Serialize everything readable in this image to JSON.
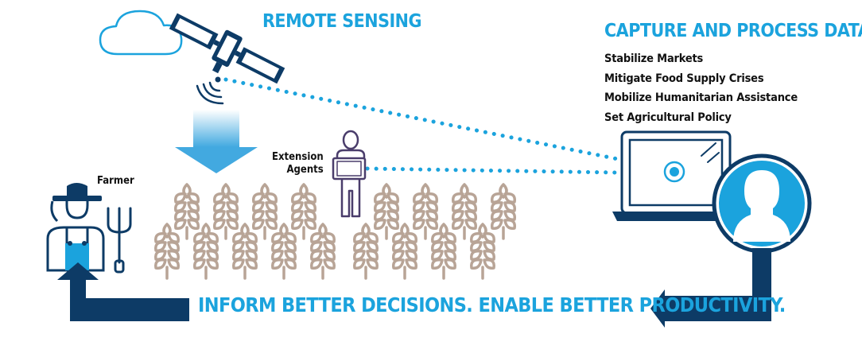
{
  "remote_sensing": {
    "title": "REMOTE SENSING"
  },
  "capture": {
    "title": "CAPTURE AND PROCESS DATA",
    "uses": [
      "Stabilize Markets",
      "Mitigate Food Supply Crises",
      "Mobilize Humanitarian Assistance",
      "Set Agricultural Policy"
    ]
  },
  "actors": {
    "farmer": "Farmer",
    "agents_line1": "Extension",
    "agents_line2": "Agents"
  },
  "slogan": "INFORM BETTER DECISIONS. ENABLE BETTER PRODUCTIVITY.",
  "icons": [
    "cloud-icon",
    "satellite-icon",
    "signal-icon",
    "laptop-icon",
    "user-icon",
    "wheat-icon",
    "farmer-icon",
    "pitchfork-icon",
    "extension-agent-icon",
    "tablet-icon"
  ],
  "colors": {
    "accent_blue": "#1ba3dd",
    "navy": "#0d3b66",
    "wheat": "#b8a496",
    "dots": "#1ba3dd"
  }
}
